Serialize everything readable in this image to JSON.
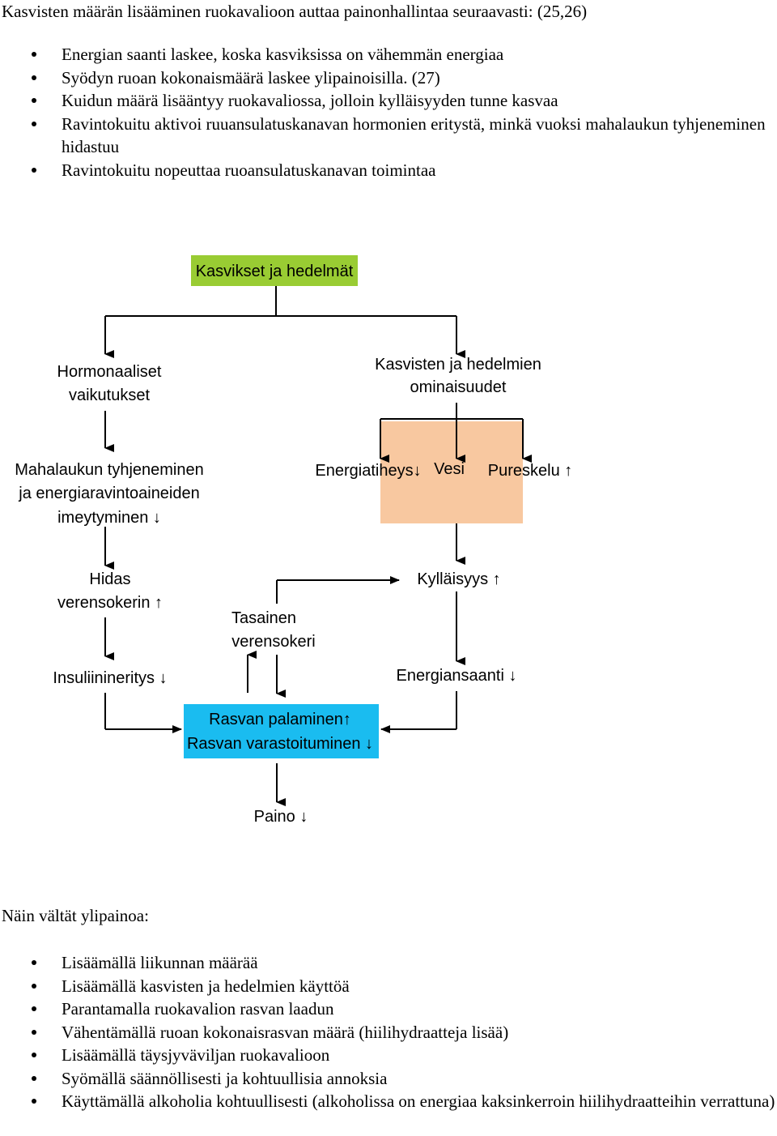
{
  "document": {
    "heading": "Kasvisten määrän lisääminen ruokavalioon auttaa painonhallintaa seuraavasti: (25,26)",
    "effects": [
      "Energian saanti laskee, koska kasviksissa on vähemmän energiaa",
      "Syödyn ruoan kokonaismäärä laskee ylipainoisilla. (27)",
      "Kuidun määrä lisääntyy ruokavaliossa, jolloin kylläisyyden tunne kasvaa",
      "Ravintokuitu aktivoi ruuansulatuskanavan hormonien eritystä, minkä vuoksi mahalaukun tyhjeneminen hidastuu",
      "Ravintokuitu nopeuttaa ruoansulatuskanavan toimintaa"
    ],
    "subheading": "Näin vältät ylipainoa:",
    "tips": [
      "Lisäämällä liikunnan määrää",
      "Lisäämällä kasvisten ja hedelmien käyttöä",
      "Parantamalla ruokavalion rasvan laadun",
      "Vähentämällä ruoan kokonaisrasvan määrä (hiilihydraatteja lisää)",
      "Lisäämällä täysjyväviljan ruokavalioon",
      "Syömällä säännöllisesti ja kohtuullisia annoksia",
      "Käyttämällä alkoholia kohtuullisesti (alkoholissa on energiaa kaksinkerroin hiilihydraatteihin verrattuna)"
    ]
  },
  "diagram": {
    "colors": {
      "green": "#99cc33",
      "peach": "#f8c8a0",
      "blue": "#1abcf0",
      "line": "#000000"
    },
    "top_box": "Kasvikset ja hedelmät",
    "hormonal_1": "Hormonaaliset",
    "hormonal_2": "vaikutukset",
    "properties_1": "Kasvisten ja hedelmien",
    "properties_2": "ominaisuudet",
    "stomach_1": "Mahalaukun tyhjeneminen",
    "stomach_2": "ja energiaravintoaineiden",
    "stomach_3": "imeytyminen ↓",
    "energy_density": "Energiatiheys↓",
    "water": "Vesi",
    "chewing": "Pureskelu ↑",
    "slow_1": "Hidas",
    "slow_2": "verensokerin ↑",
    "satiety": "Kylläisyys ↑",
    "steady_1": "Tasainen",
    "steady_2": "verensokeri",
    "insulin": "Insuliinineritys ↓",
    "energy_intake": "Energiansaanti ↓",
    "fat_1": "Rasvan palaminen↑",
    "fat_2": "Rasvan varastoituminen ↓",
    "weight": "Paino ↓"
  }
}
